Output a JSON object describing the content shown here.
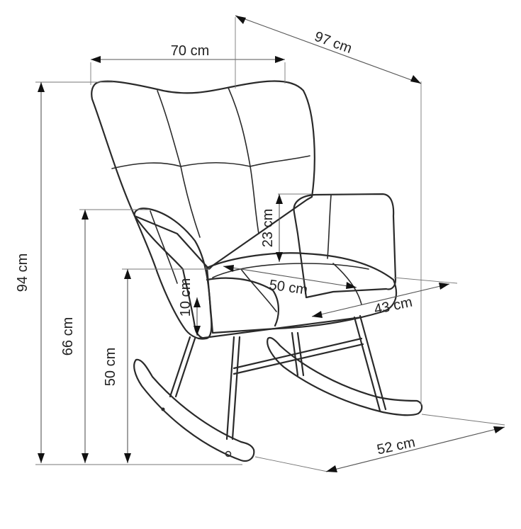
{
  "dimensions": {
    "width_top": "70 cm",
    "depth_total": "97 cm",
    "height_total": "94 cm",
    "armrest_height": "66 cm",
    "seat_height": "50 cm",
    "armrest_pad_height": "23 cm",
    "seat_width": "50 cm",
    "seat_depth": "43 cm",
    "cushion_thickness": "10 cm",
    "base_depth": "52 cm"
  },
  "colors": {
    "line": "#2a2a2a",
    "dimension": "#555555",
    "background": "#ffffff"
  }
}
